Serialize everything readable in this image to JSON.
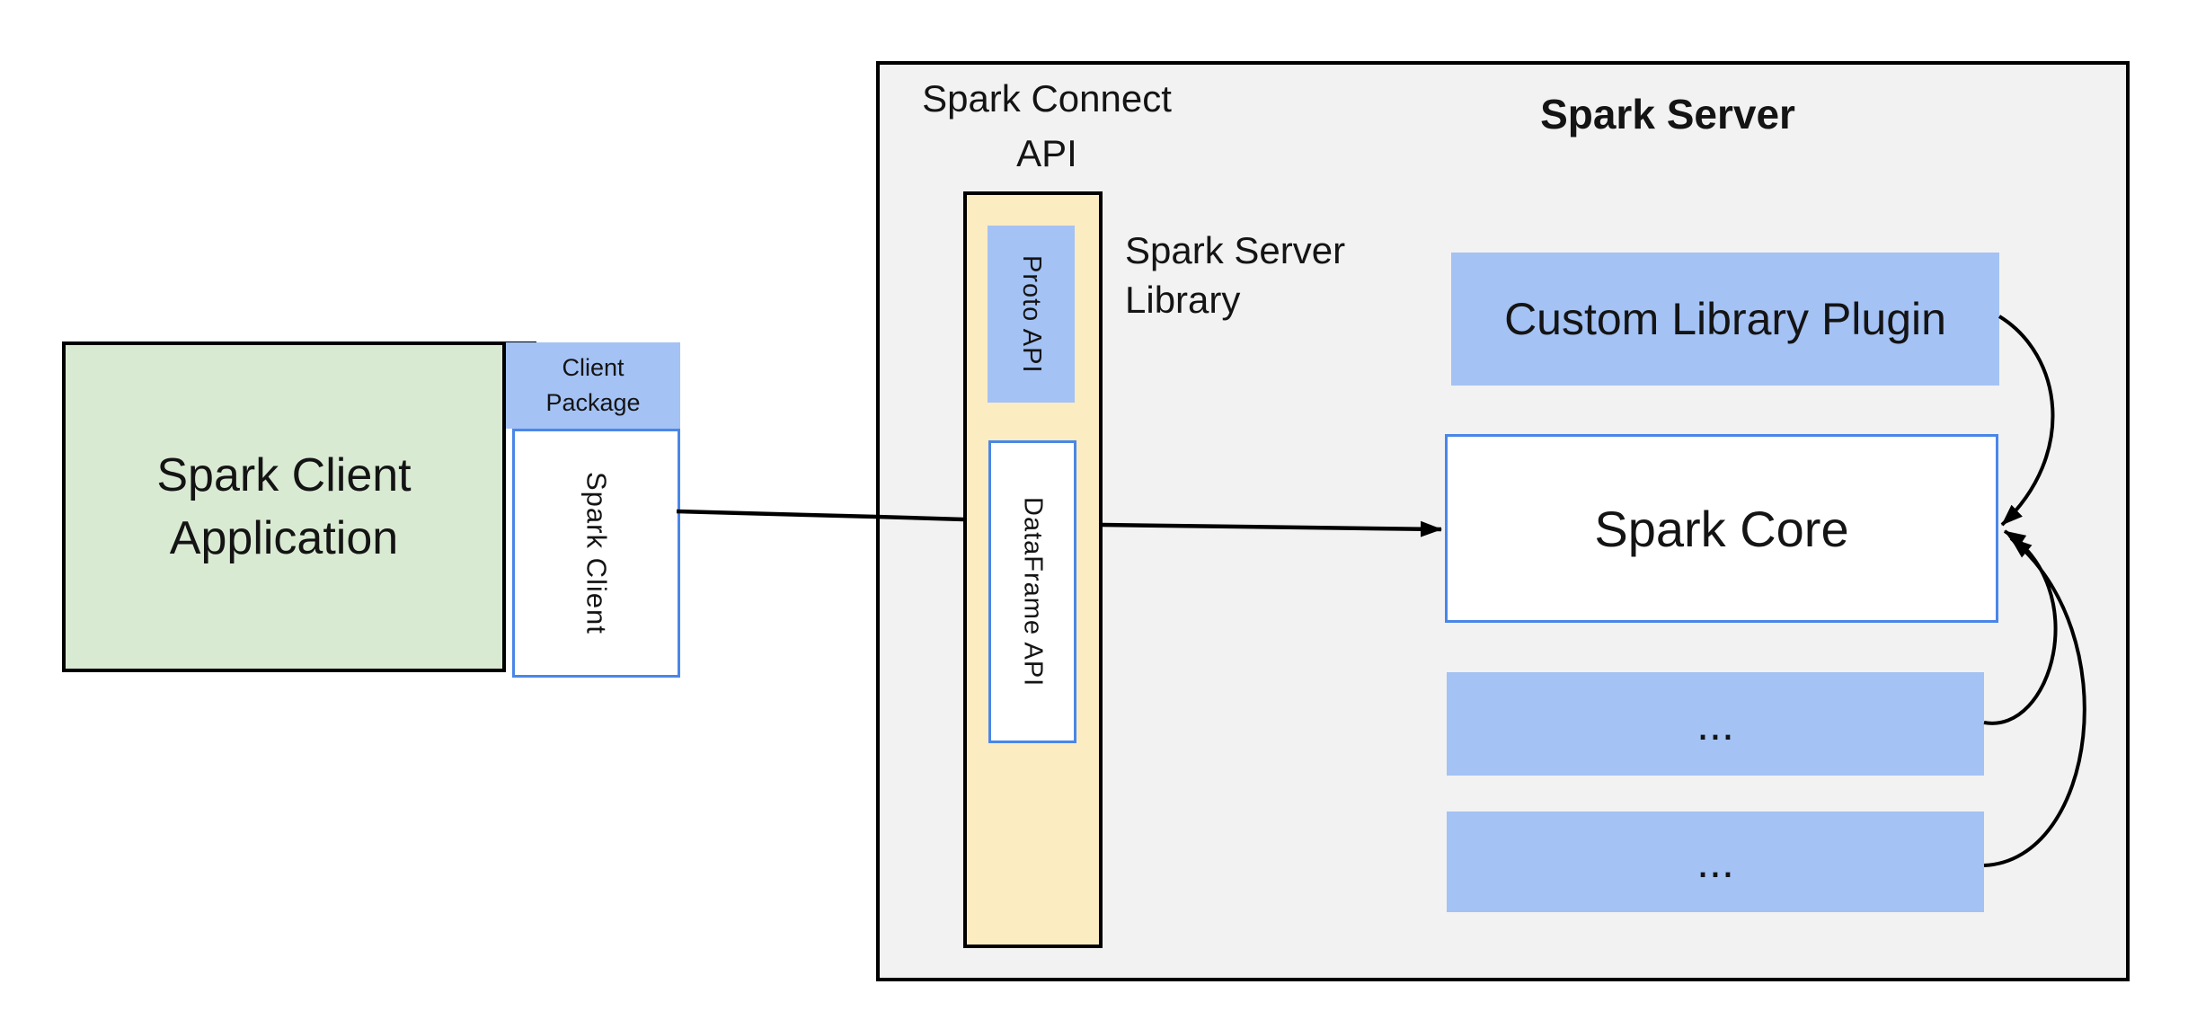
{
  "diagram": {
    "client": {
      "title": "Spark Client\nApplication",
      "package_label": "Client\nPackage",
      "client_label": "Spark Client"
    },
    "server": {
      "connect_api_label": "Spark Connect\nAPI",
      "title": "Spark Server",
      "library_label": "Spark Server\nLibrary",
      "proto_api_label": "Proto API",
      "dataframe_api_label": "DataFrame API",
      "plugin_label": "Custom Library Plugin",
      "core_label": "Spark Core",
      "ellipsis_box_1": "...",
      "ellipsis_box_2": "..."
    },
    "colors": {
      "client_fill": "#d9ead3",
      "accent_blue_fill": "#a4c2f4",
      "accent_blue_border": "#4a86e8",
      "connect_api_fill": "#fcecc2",
      "server_fill": "#f2f2f2",
      "outline_black": "#000000"
    }
  }
}
